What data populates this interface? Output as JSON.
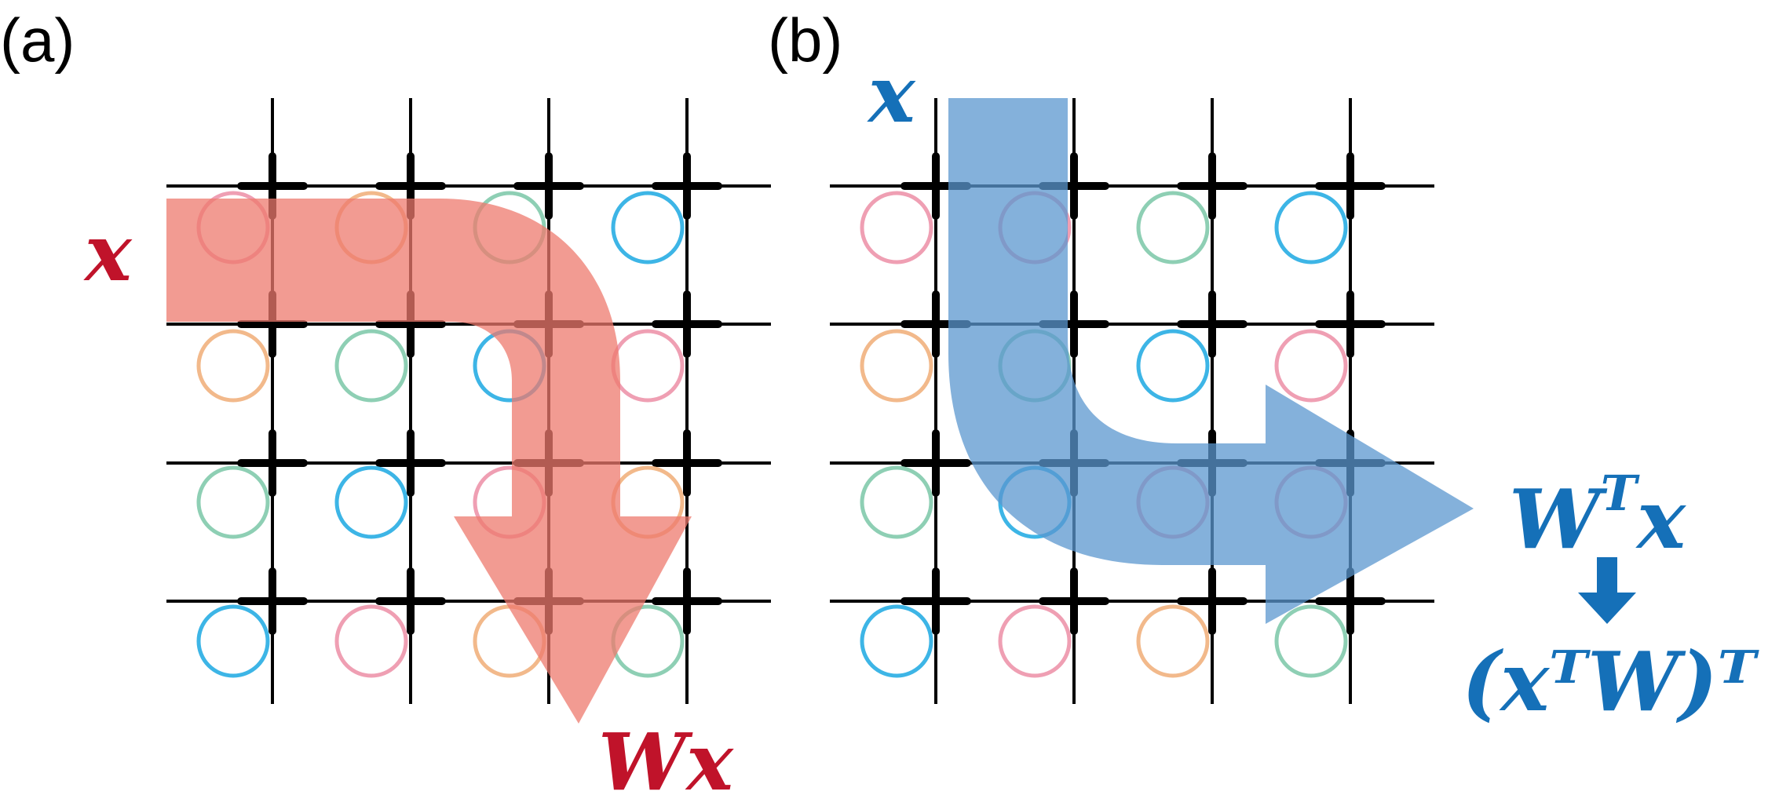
{
  "panels": [
    {
      "id": "a",
      "label": "(a)",
      "input_label": "x",
      "output_label": "Wx",
      "arrow_color": "#ee7a6e",
      "text_color": "#c0132a",
      "circle_colors": [
        [
          "pink",
          "orange",
          "green",
          "blue"
        ],
        [
          "orange",
          "green",
          "blue",
          "pink"
        ],
        [
          "green",
          "blue",
          "pink",
          "orange"
        ],
        [
          "blue",
          "pink",
          "orange",
          "green"
        ]
      ]
    },
    {
      "id": "b",
      "label": "(b)",
      "input_label": "x",
      "output_label": "W",
      "output_superscript": "T",
      "output_suffix": "x",
      "equivalent_label": "(xᵀW)ᵀ",
      "arrow_color": "#5b97cf",
      "text_color": "#1570b8",
      "circle_colors": [
        [
          "pink",
          "pink",
          "green",
          "blue"
        ],
        [
          "orange",
          "green",
          "blue",
          "pink"
        ],
        [
          "green",
          "blue",
          "pink",
          "pink"
        ],
        [
          "blue",
          "pink",
          "orange",
          "green"
        ]
      ]
    }
  ],
  "palette": {
    "pink": "#ef9fb3",
    "orange": "#f2b98b",
    "green": "#8ecfb4",
    "blue": "#3db5e6",
    "grid": "#000000"
  }
}
